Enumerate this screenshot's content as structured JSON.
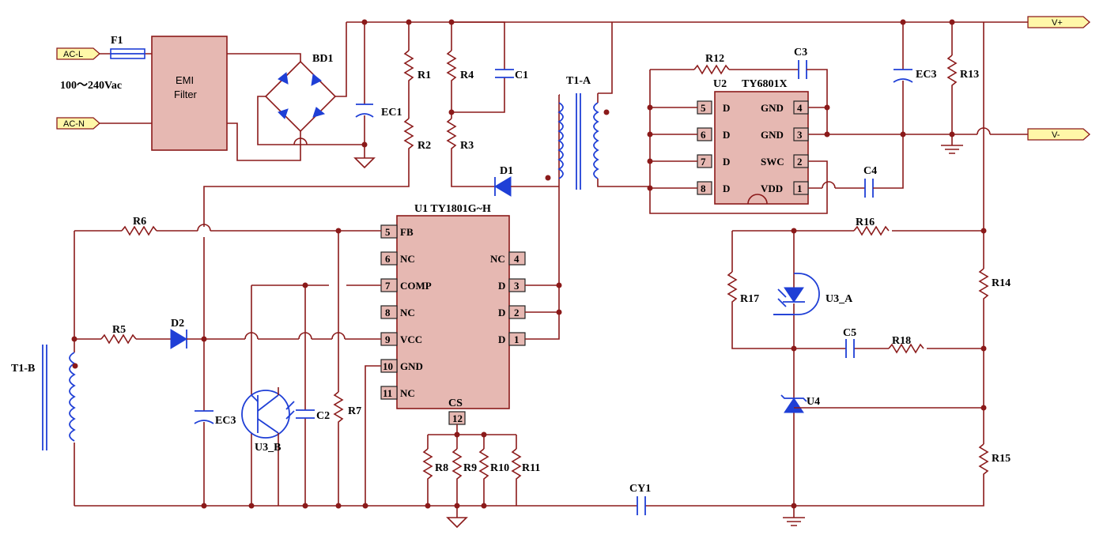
{
  "ports": {
    "acl": "AC-L",
    "acn": "AC-N",
    "vplus": "V+",
    "vminus": "V-"
  },
  "input_range": "100～240Vac",
  "emi": {
    "line1": "EMI",
    "line2": "Filter"
  },
  "labels": {
    "F1": "F1",
    "BD1": "BD1",
    "EC1": "EC1",
    "R1": "R1",
    "R2": "R2",
    "R4": "R4",
    "R3": "R3",
    "C1": "C1",
    "T1A": "T1-A",
    "D1": "D1",
    "R12": "R12",
    "C3": "C3",
    "EC3top": "EC3",
    "R13": "R13",
    "C4": "C4",
    "R6": "R6",
    "R5": "R5",
    "D2": "D2",
    "T1B": "T1-B",
    "EC3bot": "EC3",
    "U3B": "U3_B",
    "C2": "C2",
    "R7": "R7",
    "CS": "CS",
    "R8": "R8",
    "R9": "R9",
    "R10": "R10",
    "R11": "R11",
    "CY1": "CY1",
    "R16": "R16",
    "R17": "R17",
    "U3A": "U3_A",
    "R14": "R14",
    "C5": "C5",
    "R18": "R18",
    "U4": "U4",
    "R15": "R15"
  },
  "u2": {
    "ref": "U2",
    "part": "TY6801X",
    "left_pins": [
      {
        "num": "5",
        "name": "D"
      },
      {
        "num": "6",
        "name": "D"
      },
      {
        "num": "7",
        "name": "D"
      },
      {
        "num": "8",
        "name": "D"
      }
    ],
    "right_pins": [
      {
        "num": "4",
        "name": "GND"
      },
      {
        "num": "3",
        "name": "GND"
      },
      {
        "num": "2",
        "name": "SWC"
      },
      {
        "num": "1",
        "name": "VDD"
      }
    ]
  },
  "u1": {
    "title": "U1  TY1801G~H",
    "left_pins": [
      {
        "num": "5",
        "name": "FB"
      },
      {
        "num": "6",
        "name": "NC"
      },
      {
        "num": "7",
        "name": "COMP"
      },
      {
        "num": "8",
        "name": "NC"
      },
      {
        "num": "9",
        "name": "VCC"
      },
      {
        "num": "10",
        "name": "GND"
      },
      {
        "num": "11",
        "name": "NC"
      }
    ],
    "right_pins": [
      {
        "num": "4",
        "name": "NC"
      },
      {
        "num": "3",
        "name": "D"
      },
      {
        "num": "2",
        "name": "D"
      },
      {
        "num": "1",
        "name": "D"
      }
    ],
    "bottom_pin": {
      "num": "12"
    }
  }
}
